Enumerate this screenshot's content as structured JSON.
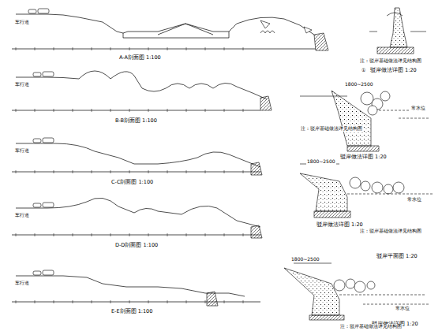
{
  "diagram": {
    "labels": [
      "A-A剖面图 1:100",
      "B-B剖面图 1:100",
      "C-C剖面图 1:100",
      "D-D剖面图 1:100",
      "E-E剖面图 1:100",
      "①",
      "驳岸做法详图 1:20",
      "驳岸做法详图 1:20",
      "驳岸做法详图 1:20",
      "驳岸平面图 1:20",
      "驳岸做法详图 1:20",
      "1800~2500",
      "1800~2500",
      "1800~2500",
      "常水位",
      "常水位",
      "常水位",
      "注：驳岸基础做法详见结构图",
      "注：驳岸基础做法详见结构图",
      "注：驳岸基础做法详见结构图",
      "注：驳岸基础做法详见结构图",
      "车行道",
      "车行道",
      "车行道",
      "车行道",
      "车行道"
    ]
  }
}
